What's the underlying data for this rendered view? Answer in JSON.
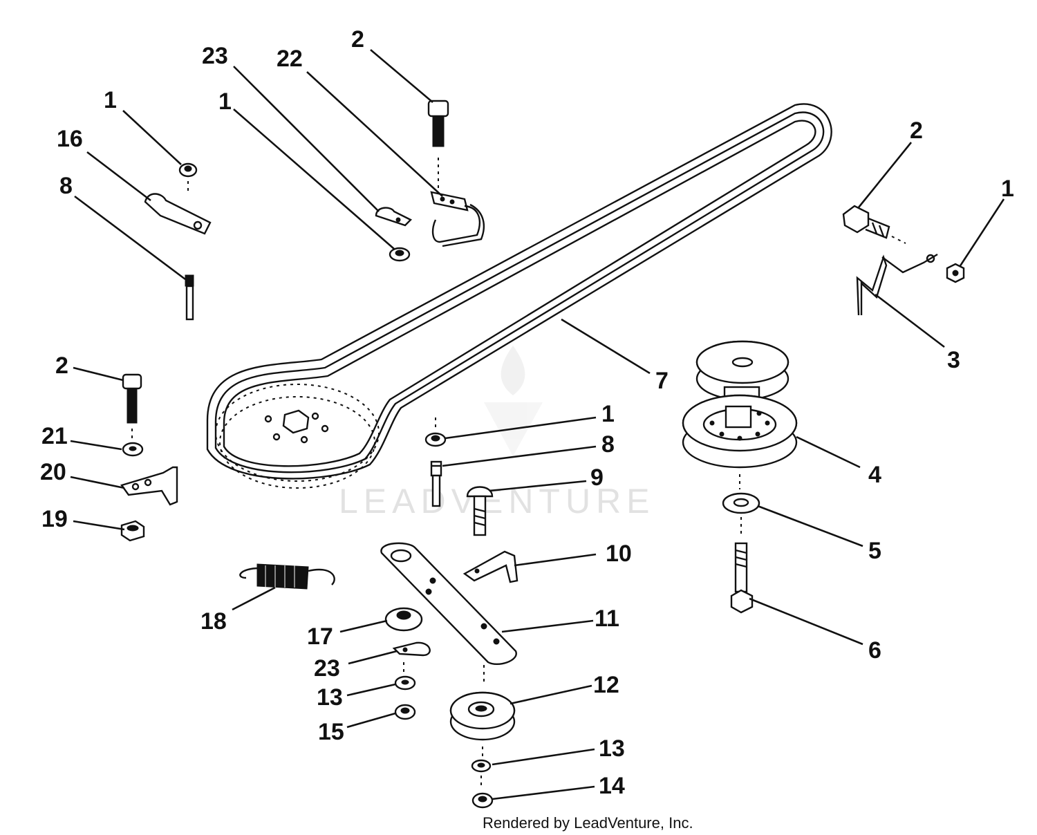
{
  "watermark": {
    "text": "LEADVENTURE",
    "logo": "leadventure-flame-logo"
  },
  "footer": {
    "credit": "Rendered by LeadVenture, Inc."
  },
  "callouts": [
    {
      "id": "c2a",
      "label": "2"
    },
    {
      "id": "c23a",
      "label": "23"
    },
    {
      "id": "c22",
      "label": "22"
    },
    {
      "id": "c1a",
      "label": "1"
    },
    {
      "id": "c1b",
      "label": "1"
    },
    {
      "id": "c16",
      "label": "16"
    },
    {
      "id": "c8a",
      "label": "8"
    },
    {
      "id": "c2b",
      "label": "2"
    },
    {
      "id": "c1c",
      "label": "1"
    },
    {
      "id": "c3",
      "label": "3"
    },
    {
      "id": "c7",
      "label": "7"
    },
    {
      "id": "c2c",
      "label": "2"
    },
    {
      "id": "c21",
      "label": "21"
    },
    {
      "id": "c20",
      "label": "20"
    },
    {
      "id": "c19",
      "label": "19"
    },
    {
      "id": "c1d",
      "label": "1"
    },
    {
      "id": "c8b",
      "label": "8"
    },
    {
      "id": "c9",
      "label": "9"
    },
    {
      "id": "c4",
      "label": "4"
    },
    {
      "id": "c5",
      "label": "5"
    },
    {
      "id": "c10",
      "label": "10"
    },
    {
      "id": "c6",
      "label": "6"
    },
    {
      "id": "c18",
      "label": "18"
    },
    {
      "id": "c11",
      "label": "11"
    },
    {
      "id": "c17",
      "label": "17"
    },
    {
      "id": "c23b",
      "label": "23"
    },
    {
      "id": "c12",
      "label": "12"
    },
    {
      "id": "c13a",
      "label": "13"
    },
    {
      "id": "c15",
      "label": "15"
    },
    {
      "id": "c13b",
      "label": "13"
    },
    {
      "id": "c14",
      "label": "14"
    }
  ]
}
